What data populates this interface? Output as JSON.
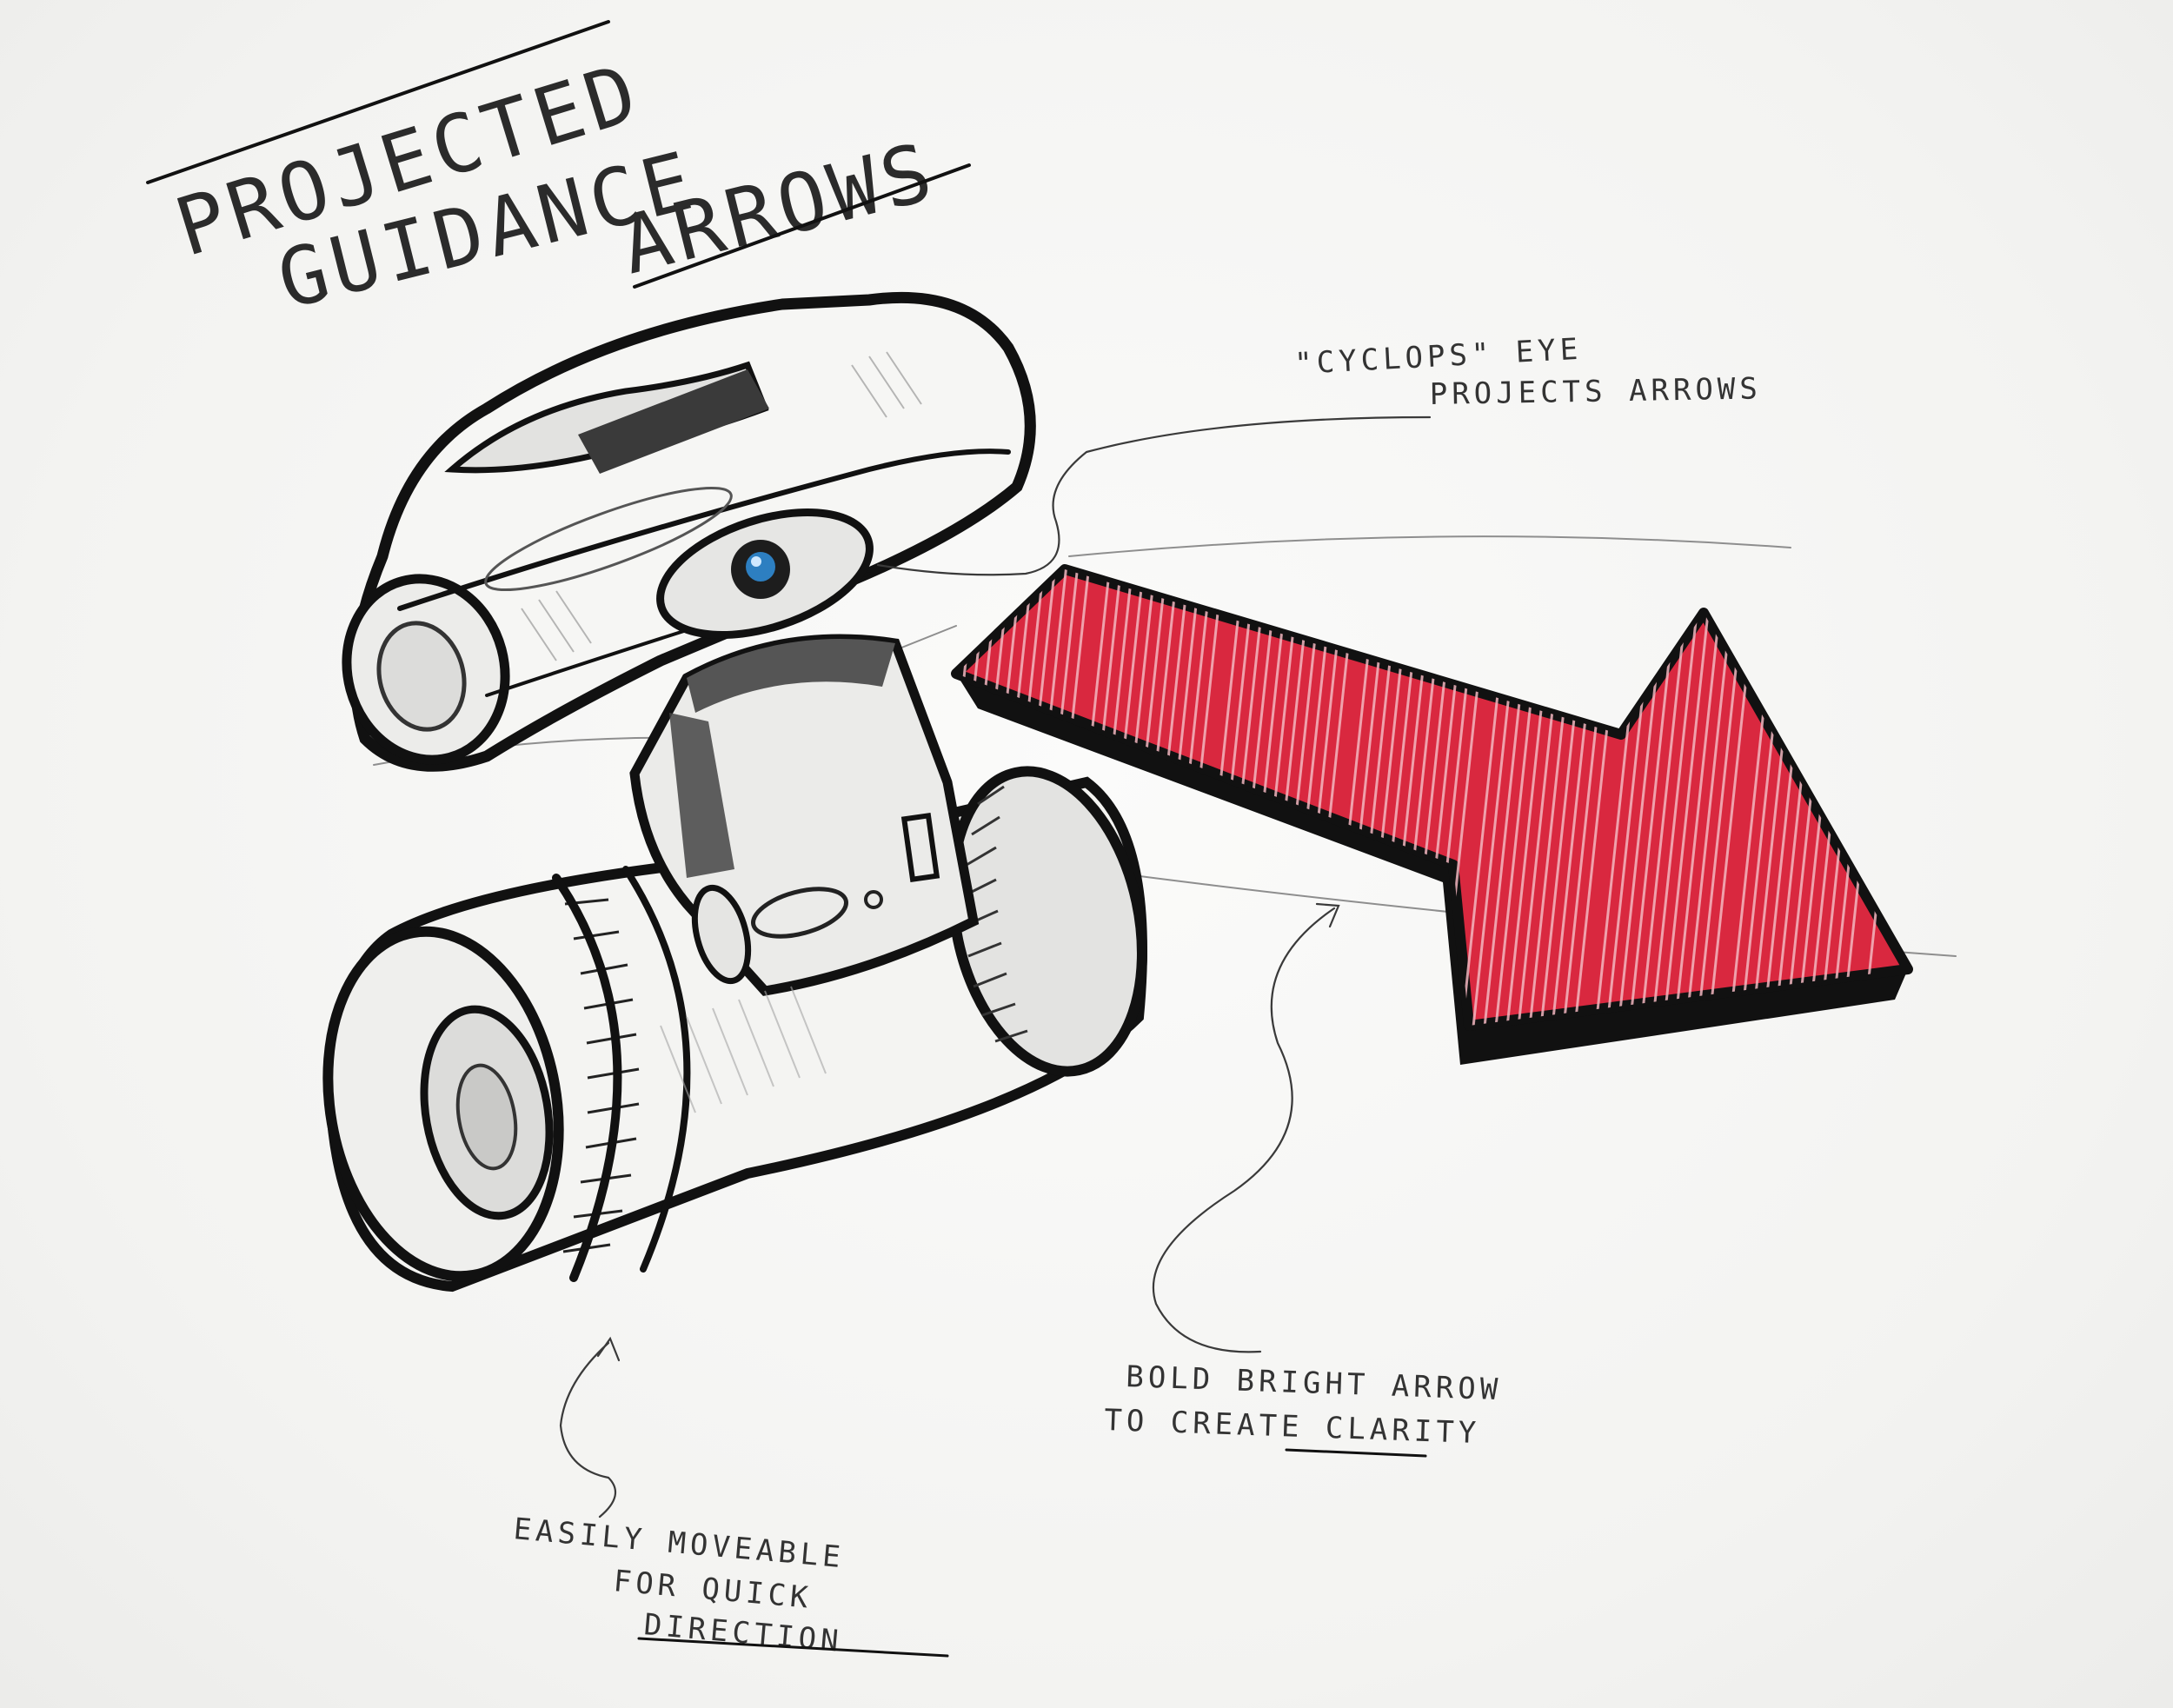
{
  "title": {
    "line1": "PROJECTED",
    "line2": "GUIDANCE",
    "line3": "ARROWS"
  },
  "annotations": {
    "cyclops_line1": "\"CYCLOPS\" EYE",
    "cyclops_line2": "PROJECTS ARROWS",
    "arrow_line1": "BOLD BRIGHT ARROW",
    "arrow_line2": "TO CREATE CLARITY",
    "wheel_line1": "EASILY MOVEABLE",
    "wheel_line2": "FOR QUICK",
    "wheel_line3": "DIRECTION"
  },
  "colors": {
    "arrow_red": "#d9283f",
    "arrow_dark": "#b01a30",
    "ink": "#111111",
    "eye_blue": "#2d7fc1"
  },
  "icons": {
    "robot": "robot-sketch",
    "arrow": "projected-arrow"
  }
}
